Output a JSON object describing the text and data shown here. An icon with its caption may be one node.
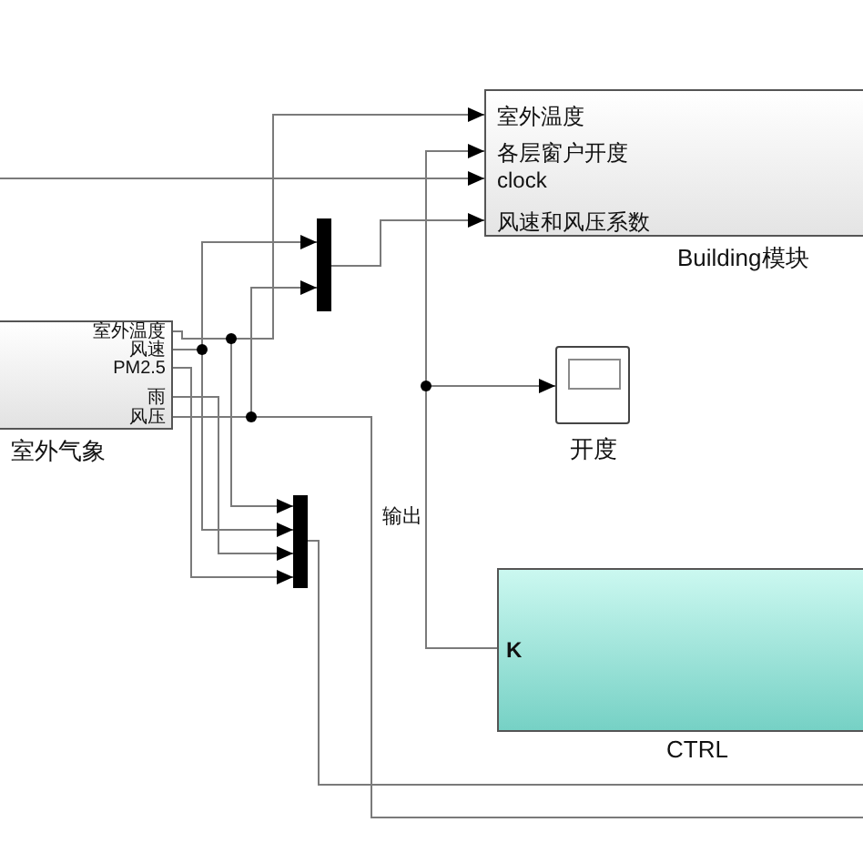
{
  "diagram": {
    "nodes": [
      {
        "text": [
          "室外温度",
          "各层窗户开度",
          "clock",
          "风速和风压系数",
          "Building模块"
        ]
      },
      {
        "text": [],
        "shape": "bar"
      },
      {
        "text": [
          "室外温度",
          "风速",
          "PM2.5",
          "雨",
          "风压",
          "室外气象"
        ]
      },
      {
        "text": [
          "开度"
        ]
      },
      {
        "text": [],
        "shape": "bar"
      },
      {
        "text": [
          "K",
          "CTRL"
        ]
      }
    ],
    "edges": [
      {
        "from": null,
        "to": 0,
        "arrow": "to"
      },
      {
        "from": 2,
        "to": 0,
        "arrow": "to"
      },
      {
        "from": 2,
        "to": 4,
        "arrow": "to"
      },
      {
        "from": 2,
        "to": 1,
        "arrow": "to"
      },
      {
        "from": 2,
        "to": 4,
        "arrow": "to"
      },
      {
        "from": 2,
        "to": 4,
        "arrow": "to"
      },
      {
        "from": 2,
        "to": 4,
        "arrow": "to"
      },
      {
        "from": 2,
        "to": 1,
        "arrow": "to"
      },
      {
        "from": 2,
        "to": null,
        "arrow": "none"
      },
      {
        "from": 1,
        "to": 0,
        "arrow": "to"
      },
      {
        "from": 4,
        "to": null,
        "arrow": "none"
      },
      {
        "from": 5,
        "to": 0,
        "arrow": "to",
        "label": "输出"
      },
      {
        "from": 5,
        "to": 3,
        "arrow": "to"
      }
    ]
  }
}
